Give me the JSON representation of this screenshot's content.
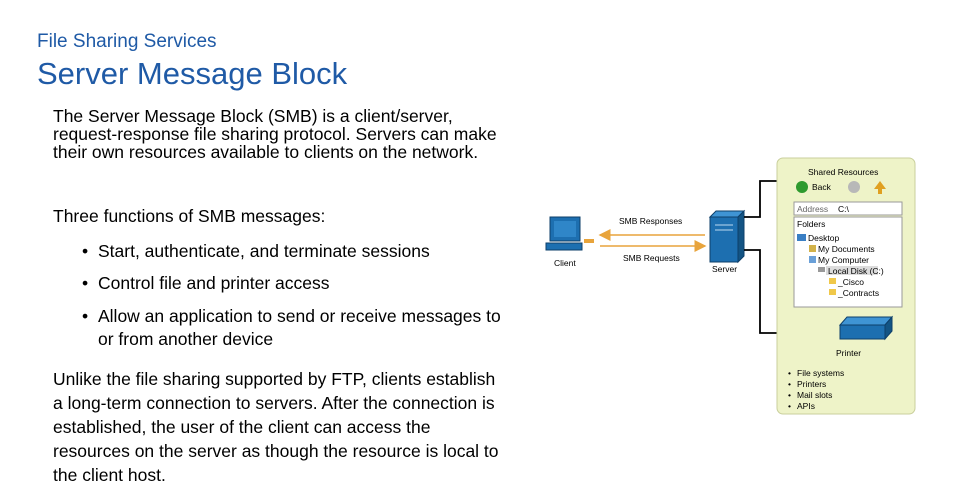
{
  "header": {
    "subtitle": "File Sharing Services",
    "title": "Server Message Block"
  },
  "body": {
    "intro": "The Server Message Block (SMB) is a client/server, request-response file sharing protocol. Servers can make their own resources available to clients on the network.",
    "functions_heading": "Three functions of SMB messages:",
    "functions": [
      "Start, authenticate, and terminate sessions",
      "Control file and printer access",
      "Allow an application to send or receive messages to or from another device"
    ],
    "closing": "Unlike the file sharing supported by FTP, clients establish a long-term connection to servers. After the connection is established, the user of the client can access the resources on the server as though the resource is local to the client host."
  },
  "diagram": {
    "client_label": "Client",
    "server_label": "Server",
    "responses_label": "SMB Responses",
    "requests_label": "SMB Requests",
    "panel": {
      "title": "Shared Resources",
      "back_label": "Back",
      "address_label": "Address",
      "address_value": "C:\\",
      "folders_label": "Folders",
      "tree": [
        "Desktop",
        "My Documents",
        "My Computer",
        "Local Disk (C:)",
        "_Cisco",
        "_Contracts"
      ],
      "printer_label": "Printer",
      "resources": [
        "File systems",
        "Printers",
        "Mail slots",
        "APIs"
      ]
    },
    "colors": {
      "panel_bg": "#eef3c8",
      "arrow": "#e8a43c",
      "device_blue": "#1d6fb0"
    }
  }
}
